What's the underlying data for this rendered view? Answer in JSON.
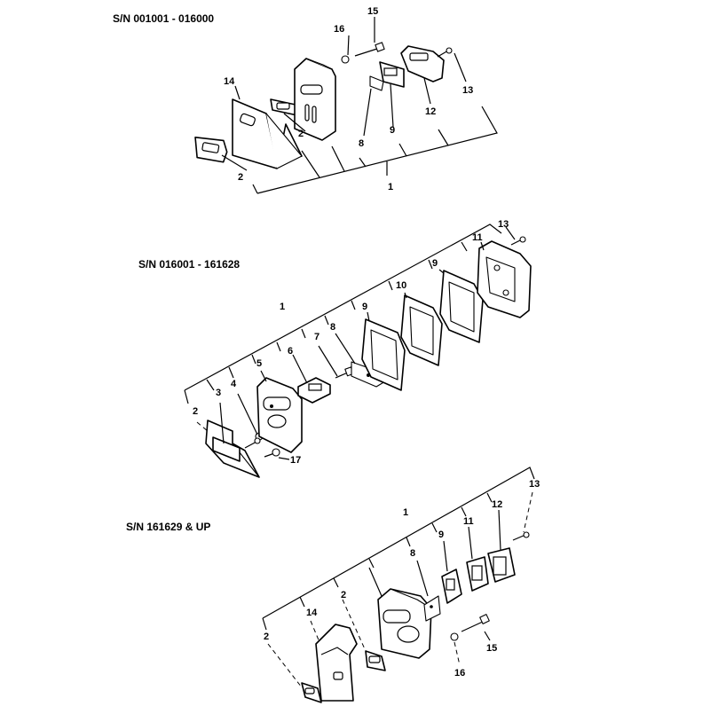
{
  "sections": [
    {
      "serial": "S/N 001001 - 016000",
      "callouts": [
        "1",
        "2",
        "2",
        "8",
        "9",
        "12",
        "13",
        "14",
        "15",
        "16"
      ]
    },
    {
      "serial": "S/N 016001 - 161628",
      "callouts": [
        "1",
        "2",
        "3",
        "4",
        "5",
        "6",
        "7",
        "8",
        "9",
        "10",
        "9",
        "11",
        "13",
        "17"
      ]
    },
    {
      "serial": "S/N 161629 & UP",
      "callouts": [
        "1",
        "2",
        "2",
        "8",
        "9",
        "11",
        "12",
        "13",
        "14",
        "15",
        "16"
      ]
    }
  ]
}
